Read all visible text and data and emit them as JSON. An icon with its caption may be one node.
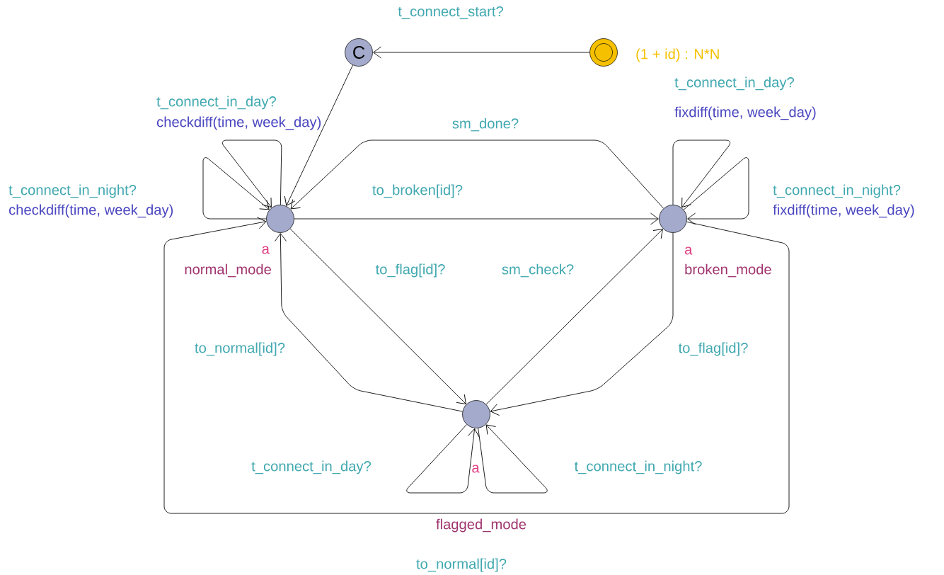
{
  "diagram": {
    "nodes": [
      {
        "text": [
          "C"
        ]
      },
      {
        "text": [],
        "shape": "circle",
        "beside": [
          "(1 + id) : N*N"
        ]
      },
      {
        "text": [],
        "shape": "circle",
        "beside": [
          "a",
          "normal_mode"
        ]
      },
      {
        "text": [],
        "shape": "circle",
        "beside": [
          "a",
          "broken_mode"
        ]
      },
      {
        "text": [],
        "shape": "circle",
        "beside": [
          "a",
          "flagged_mode"
        ]
      }
    ],
    "edges": [
      {
        "from": 1,
        "to": 0,
        "arrow": "to",
        "label": "t_connect_start?"
      },
      {
        "from": 0,
        "to": 2,
        "arrow": "to"
      },
      {
        "from": 2,
        "to": 2,
        "arrow": "to",
        "label": "t_connect_in_day?"
      },
      {
        "from": 2,
        "to": 2,
        "arrow": "to",
        "label": "t_connect_in_night?"
      },
      {
        "from": 3,
        "to": 2,
        "arrow": "to",
        "label": "sm_done?"
      },
      {
        "from": 2,
        "to": 3,
        "arrow": "to",
        "label": "to_broken[id]?"
      },
      {
        "from": 3,
        "to": 3,
        "arrow": "to",
        "label": "t_connect_in_day?"
      },
      {
        "from": 3,
        "to": 3,
        "arrow": "to",
        "label": "t_connect_in_night?"
      },
      {
        "from": 2,
        "to": 4,
        "arrow": "to",
        "label": "to_flag[id]?"
      },
      {
        "from": 4,
        "to": 3,
        "arrow": "to",
        "label": "sm_check?"
      },
      {
        "from": 4,
        "to": 2,
        "arrow": "to",
        "label": "to_normal[id]?"
      },
      {
        "from": 3,
        "to": 4,
        "arrow": "to",
        "label": "to_flag[id]?"
      },
      {
        "from": 4,
        "to": 4,
        "arrow": "to",
        "label": "t_connect_in_day?"
      },
      {
        "from": 4,
        "to": 4,
        "arrow": "to",
        "label": "t_connect_in_night?"
      },
      {
        "from": 3,
        "to": 2,
        "arrow": "to",
        "label": "to_normal[id]?"
      }
    ],
    "labels": [
      "fixdiff(time, week_day)",
      "checkdiff(time, week_day)",
      "checkdiff(time, week_day)",
      "fixdiff(time, week_day)"
    ]
  }
}
